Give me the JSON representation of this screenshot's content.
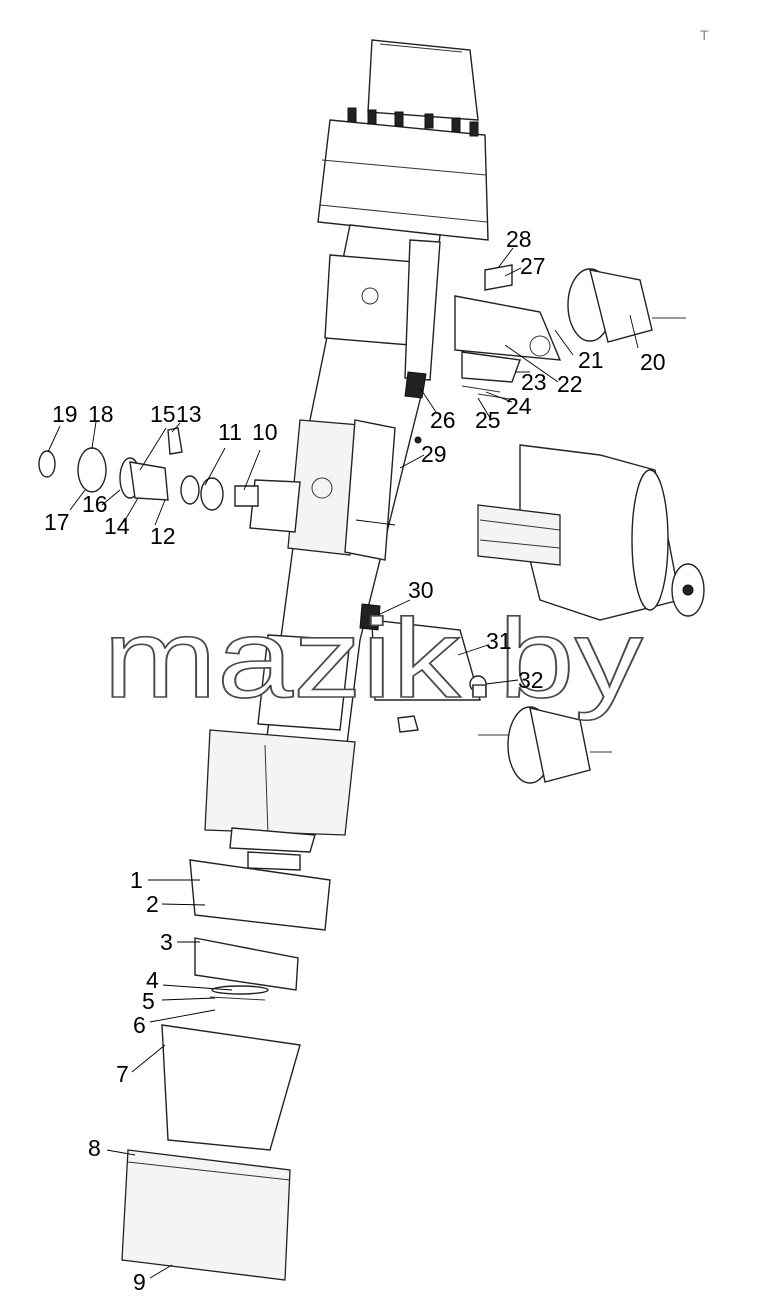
{
  "watermark": "mazik.by",
  "corner_mark": "T",
  "callouts": [
    {
      "id": "1",
      "label": "1"
    },
    {
      "id": "2",
      "label": "2"
    },
    {
      "id": "3",
      "label": "3"
    },
    {
      "id": "4",
      "label": "4"
    },
    {
      "id": "5",
      "label": "5"
    },
    {
      "id": "6",
      "label": "6"
    },
    {
      "id": "7",
      "label": "7"
    },
    {
      "id": "8",
      "label": "8"
    },
    {
      "id": "9",
      "label": "9"
    },
    {
      "id": "10",
      "label": "10"
    },
    {
      "id": "11",
      "label": "11"
    },
    {
      "id": "12",
      "label": "12"
    },
    {
      "id": "13",
      "label": "13"
    },
    {
      "id": "14",
      "label": "14"
    },
    {
      "id": "15",
      "label": "15"
    },
    {
      "id": "16",
      "label": "16"
    },
    {
      "id": "17",
      "label": "17"
    },
    {
      "id": "18",
      "label": "18"
    },
    {
      "id": "19",
      "label": "19"
    },
    {
      "id": "20",
      "label": "20"
    },
    {
      "id": "21",
      "label": "21"
    },
    {
      "id": "22",
      "label": "22"
    },
    {
      "id": "23",
      "label": "23"
    },
    {
      "id": "24",
      "label": "24"
    },
    {
      "id": "25",
      "label": "25"
    },
    {
      "id": "26",
      "label": "26"
    },
    {
      "id": "27",
      "label": "27"
    },
    {
      "id": "28",
      "label": "28"
    },
    {
      "id": "29",
      "label": "29"
    },
    {
      "id": "30",
      "label": "30"
    },
    {
      "id": "31",
      "label": "31"
    },
    {
      "id": "32",
      "label": "32"
    }
  ]
}
